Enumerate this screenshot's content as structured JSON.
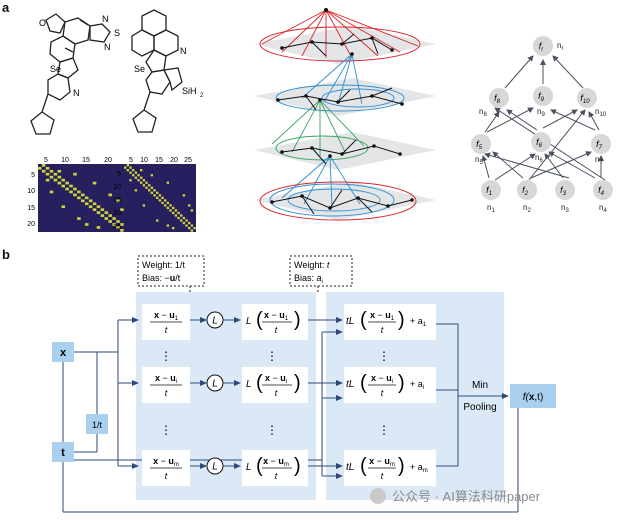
{
  "panel_a_label": "a",
  "panel_b_label": "b",
  "molecule1": {
    "atoms": [
      "O",
      "Se",
      "N",
      "S",
      "N",
      "N"
    ]
  },
  "molecule2": {
    "atoms": [
      "Se",
      "N",
      "SiH",
      "2"
    ]
  },
  "matrix1": {
    "xticks": [
      "5",
      "10",
      "15",
      "20"
    ],
    "yticks": [
      "5",
      "10",
      "15",
      "20"
    ]
  },
  "matrix2": {
    "xticks": [
      "5",
      "10",
      "15",
      "20",
      "25"
    ],
    "yticks": [
      "5",
      "10",
      "15",
      "20",
      "25"
    ]
  },
  "tree": {
    "top": {
      "f": "f",
      "sub": "r",
      "n": "n",
      "nsub": "r"
    },
    "level2": [
      {
        "f": "f",
        "sub": "8",
        "n": "n",
        "nsub": "8"
      },
      {
        "f": "f",
        "sub": "9",
        "n": "n",
        "nsub": "9"
      },
      {
        "f": "f",
        "sub": "10",
        "n": "n",
        "nsub": "10"
      }
    ],
    "level3": [
      {
        "f": "f",
        "sub": "5",
        "n": "n",
        "nsub": "5"
      },
      {
        "f": "f",
        "sub": "6",
        "n": "n",
        "nsub": "6"
      },
      {
        "f": "f",
        "sub": "7",
        "n": "n",
        "nsub": "7"
      }
    ],
    "level4": [
      {
        "f": "f",
        "sub": "1",
        "n": "n",
        "nsub": "1"
      },
      {
        "f": "f",
        "sub": "2",
        "n": "n",
        "nsub": "2"
      },
      {
        "f": "f",
        "sub": "3",
        "n": "n",
        "nsub": "3"
      },
      {
        "f": "f",
        "sub": "4",
        "n": "n",
        "nsub": "4"
      }
    ]
  },
  "panel_b": {
    "box1": {
      "line1": "Weight: 1/t",
      "line2a": "Bias: −",
      "line2b": "u",
      "line2c": "/t"
    },
    "box2": {
      "line1a": "Weight: ",
      "line1b": "t",
      "line2a": "Bias: ",
      "line2b": "a",
      "line2c": "i"
    },
    "input_x": "x",
    "input_t": "t",
    "inv_t": "1/t",
    "L_symbol": "L",
    "rows": [
      {
        "num_x": "x",
        "num_op": " − ",
        "num_u": "u",
        "num_sub": "1",
        "den": "t",
        "a_sub": "1"
      },
      {
        "num_x": "x",
        "num_op": " − ",
        "num_u": "u",
        "num_sub": "i",
        "den": "t",
        "a_sub": "i"
      },
      {
        "num_x": "x",
        "num_op": " − ",
        "num_u": "u",
        "num_sub": "m",
        "den": "t",
        "a_sub": "m"
      }
    ],
    "tL": "tL",
    "plus_a": "+ a",
    "pool_line1": "Min",
    "pool_line2": "Pooling",
    "output_f": "f(",
    "output_x": "x",
    "output_rest": ",t)",
    "vdots": "⋮"
  },
  "watermark": "公众号 · AI算法科研paper",
  "colors": {
    "light_blue_panel": "#dbe9f6",
    "input_box": "#a9d0ee",
    "red": "#d9262b",
    "blue": "#2e8fd2",
    "green": "#3aa35c",
    "grid_dark": "#26205e",
    "grid_dot": "#d4d23c",
    "tree_node": "#d6d7d9"
  }
}
